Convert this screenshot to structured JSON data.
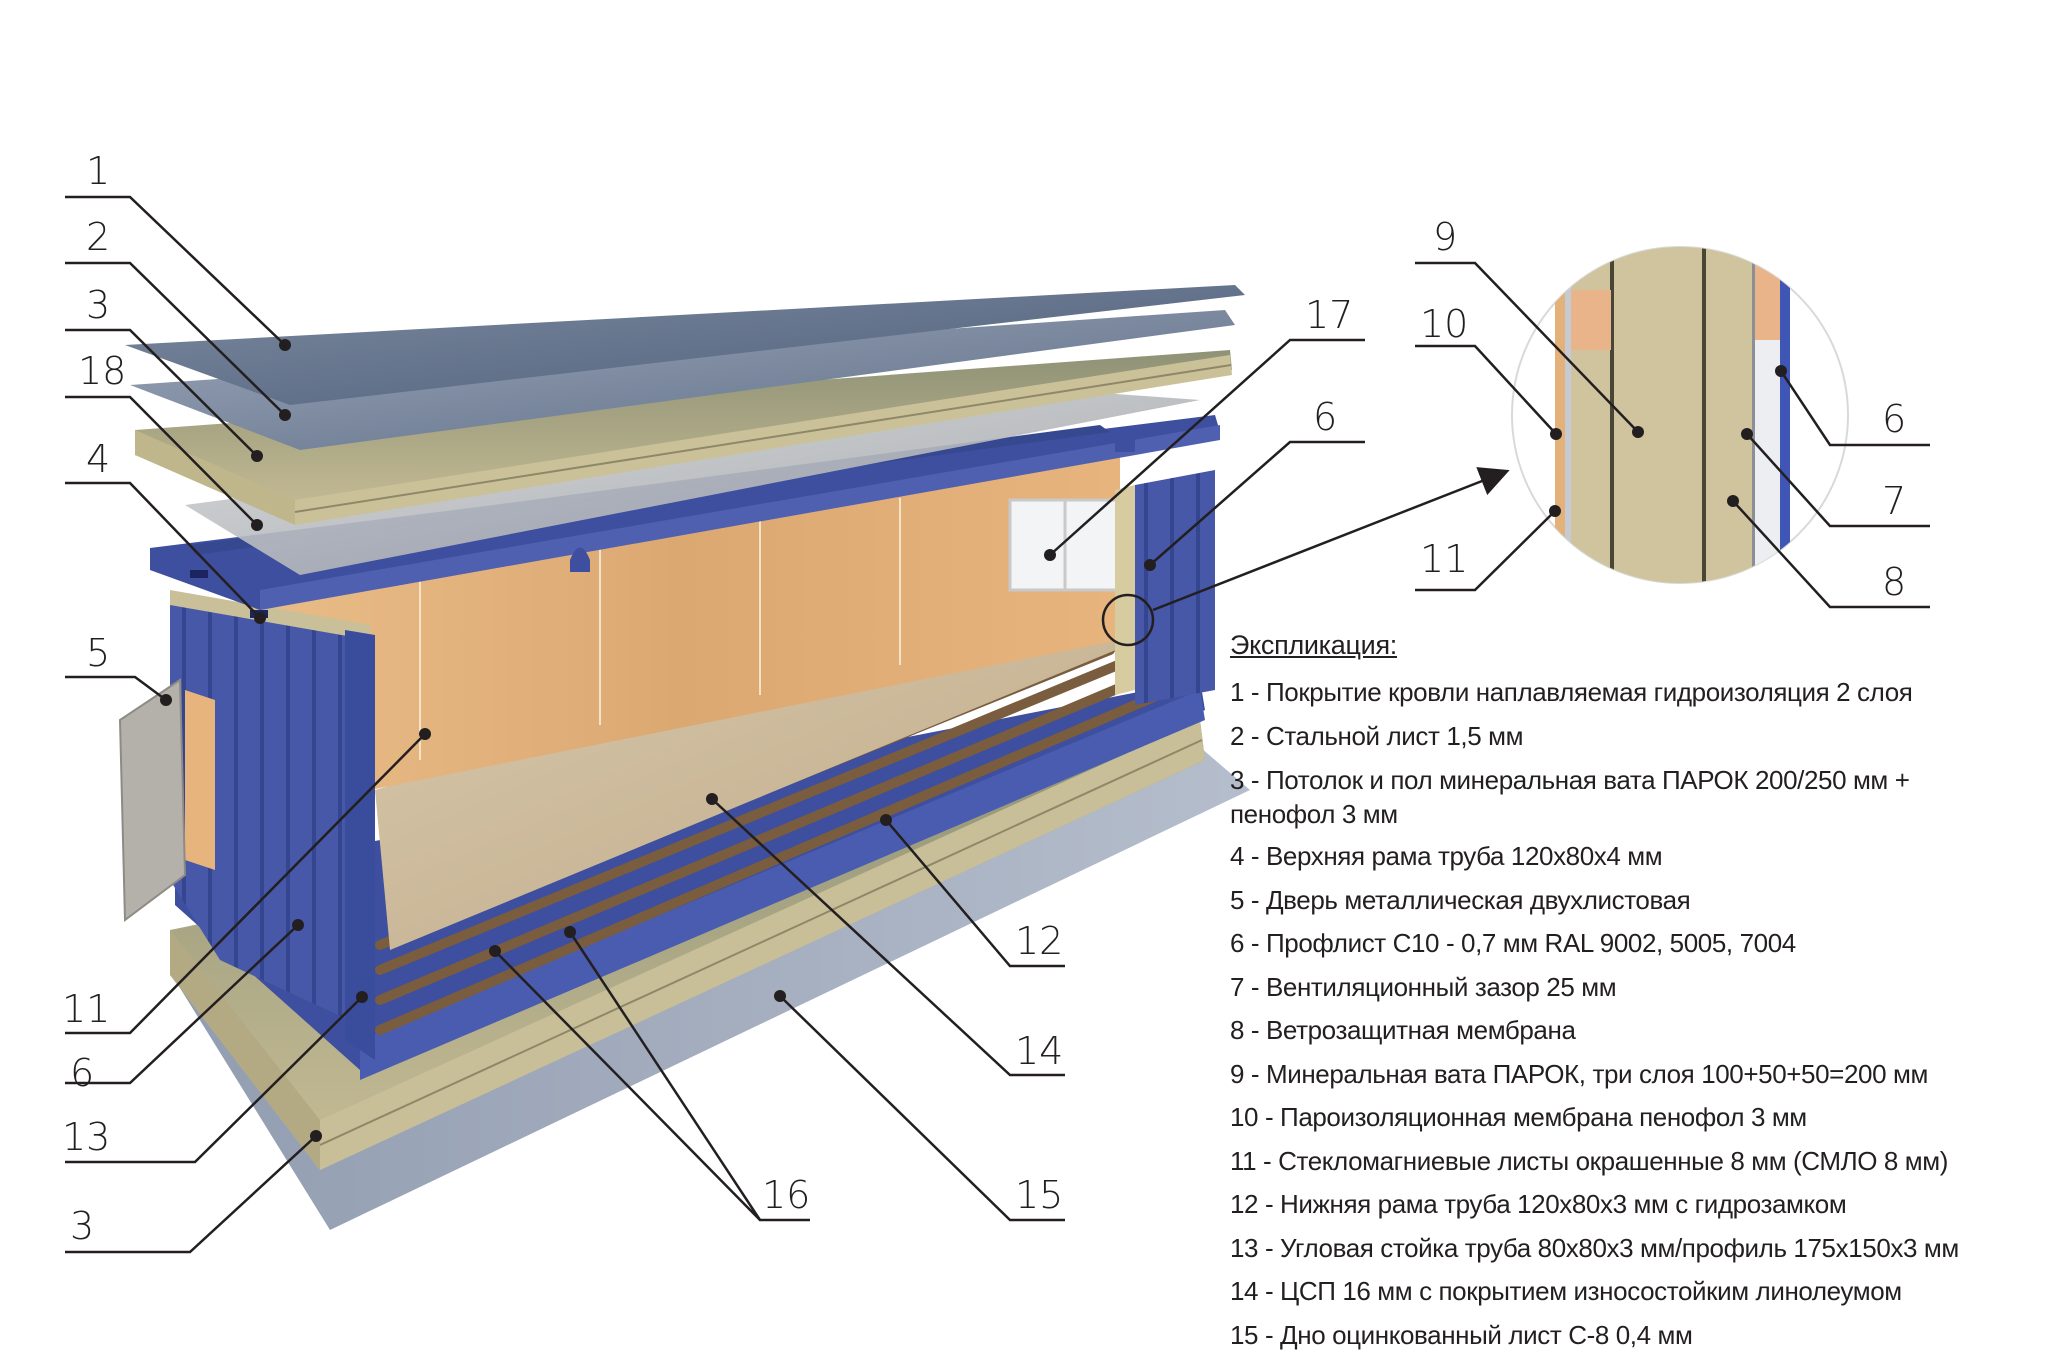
{
  "callouts": {
    "left": [
      "1",
      "2",
      "3",
      "18",
      "4",
      "5",
      "11",
      "6",
      "13",
      "3"
    ],
    "top_right": [
      "17",
      "6"
    ],
    "inset": [
      "9",
      "10",
      "11",
      "6",
      "7",
      "8"
    ],
    "bottom": [
      "12",
      "14",
      "16",
      "15"
    ]
  },
  "legend": {
    "title": "Экспликация:",
    "items": [
      "1 - Покрытие кровли наплавляемая гидроизоляция 2 слоя",
      "2 - Стальной лист 1,5 мм",
      "3 - Потолок и пол минеральная вата ПАРОК 200/250 мм + пенофол 3 мм",
      "4 - Верхняя рама труба 120х80х4 мм",
      "5 - Дверь металлическая двухлистовая",
      "6 - Профлист С10 - 0,7 мм RAL 9002, 5005, 7004",
      "7 - Вентиляционный зазор 25 мм",
      "8 - Ветрозащитная мембрана",
      "9 - Минеральная вата ПАРОК, три слоя 100+50+50=200 мм",
      "10 - Пароизоляционная мембрана пенофол 3 мм",
      "11 - Стекломагниевые листы окрашенные 8 мм (СМЛО 8 мм)",
      "12 - Нижняя рама труба 120х80х3 мм с гидрозамком",
      "13 - Угловая стойка труба 80х80х3 мм/профиль 175х150х3 мм",
      "14 - ЦСП 16 мм с покрытием износостойким линолеумом",
      "15 - Дно оцинкованный лист С-8 0,4 мм"
    ]
  },
  "colors": {
    "frame_blue": "#3d4f9e",
    "profile_blue": "#4a5aa8",
    "wood_panel": "#e2b27c",
    "mineral_wool": "#c9bf98",
    "roof_membrane": "#5c6d84",
    "steel_sheet": "#8e98a6",
    "floor_linoleum": "#c9b596",
    "joist_brown": "#7a5c3e",
    "leader_line": "#231f20"
  }
}
